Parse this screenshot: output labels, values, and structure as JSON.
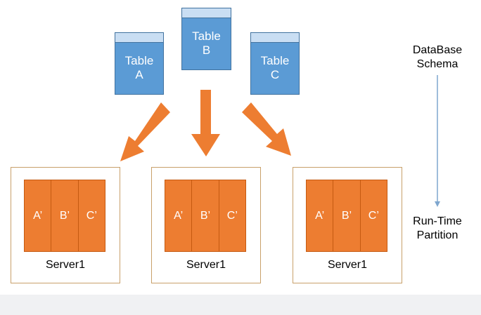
{
  "tables": [
    {
      "label": "Table\nA"
    },
    {
      "label": "Table\nB"
    },
    {
      "label": "Table\nC"
    }
  ],
  "servers": [
    {
      "label": "Server1",
      "partitions": [
        "A’",
        "B’",
        "C’"
      ]
    },
    {
      "label": "Server1",
      "partitions": [
        "A’",
        "B’",
        "C’"
      ]
    },
    {
      "label": "Server1",
      "partitions": [
        "A’",
        "B’",
        "C’"
      ]
    }
  ],
  "side_labels": {
    "top": "DataBase\nSchema",
    "bottom": "Run-Time\nPartition"
  },
  "colors": {
    "table_fill": "#5b9bd5",
    "table_cap": "#c9def3",
    "partition_fill": "#ed7d31",
    "arrow_fill": "#ed7d31",
    "server_border": "#c8a06a",
    "connector": "#7fa7cf"
  }
}
